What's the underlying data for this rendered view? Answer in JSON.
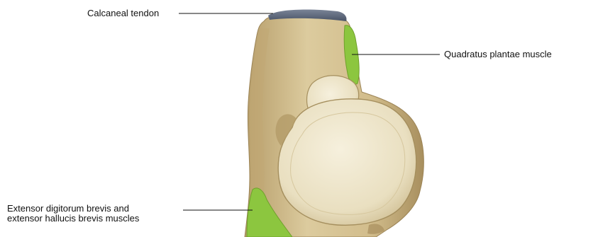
{
  "labels": {
    "calcaneal_tendon": "Calcaneal tendon",
    "quadratus_plantae": "Quadratus plantae muscle",
    "extensor_line1": "Extensor digitorum brevis and",
    "extensor_line2": "extensor hallucis brevis muscles"
  },
  "colors": {
    "bone": "#d9c79a",
    "bone_shadow": "#b9a372",
    "articular_surface": "#efe8d2",
    "muscle": "#8cc63f",
    "tendon": "#5a6578",
    "leader_line": "#111111"
  }
}
